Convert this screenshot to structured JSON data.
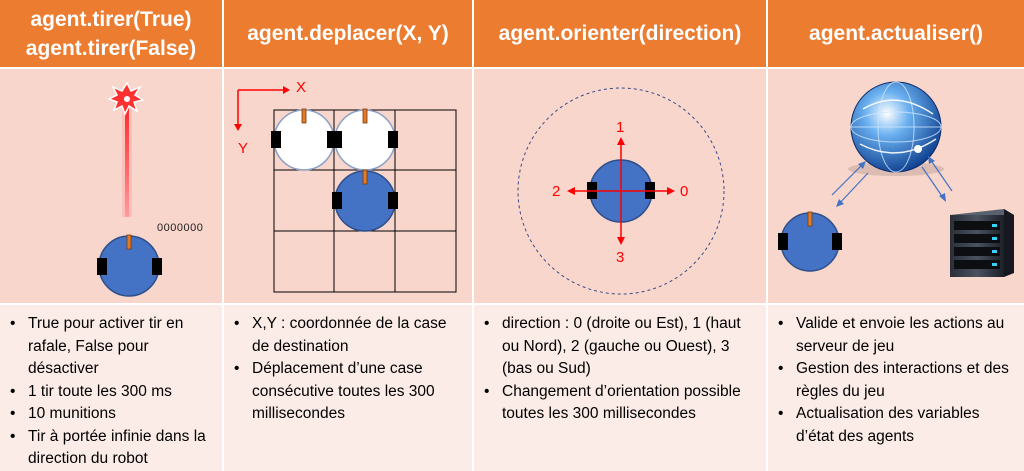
{
  "headers": {
    "tirer_line1": "agent.tirer(True)",
    "tirer_line2": "agent.tirer(False)",
    "deplacer": "agent.deplacer(X, Y)",
    "orienter": "agent.orienter(direction)",
    "actualiser": "agent.actualiser()"
  },
  "illustrations": {
    "ammo_counter": "0000000",
    "axis_x": "X",
    "axis_y": "Y",
    "dir_up": "1",
    "dir_left": "2",
    "dir_right": "0",
    "dir_down": "3"
  },
  "descriptions": {
    "tirer": [
      "True pour activer tir en rafale, False pour désactiver",
      "1 tir toute les 300 ms",
      "10 munitions",
      "Tir à portée infinie dans la direction du robot"
    ],
    "deplacer": [
      "X,Y : coordonnée de la case de destination",
      "Déplacement d’une case consécutive toutes les 300 millisecondes"
    ],
    "orienter": [
      "direction : 0 (droite ou Est), 1 (haut ou Nord), 2 (gauche ou Ouest), 3 (bas ou Sud)",
      "Changement d’orientation possible toutes les 300 millisecondes"
    ],
    "actualiser": [
      "Valide et envoie les actions au serveur de jeu",
      "Gestion des interactions et des règles du jeu",
      "Actualisation des variables d’état des agents"
    ]
  },
  "colors": {
    "header_bg": "#ec7c30",
    "illustration_bg": "#f8d6cc",
    "description_bg": "#fbece7",
    "robot_blue": "#4472c4",
    "robot_white": "#ffffff",
    "laser_red": "#ff0000",
    "axis_red": "#ff0000"
  }
}
